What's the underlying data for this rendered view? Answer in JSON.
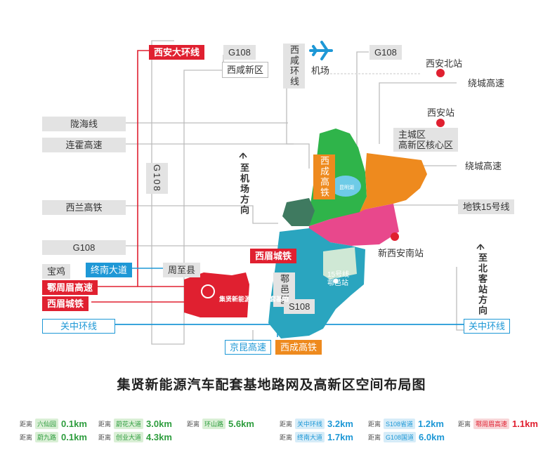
{
  "title": "集贤新能源汽车配套基地路网及高新区空间布局图",
  "map": {
    "top_labels": {
      "xian_ring": "西安大环线",
      "g108_left": "G108",
      "xixian": "西咸新区",
      "xixian_ring": "西咸环线",
      "airport": "机场",
      "g108_right": "G108",
      "xian_north": "西安北站",
      "ring_expwy_top": "绕城高速",
      "xian_station": "西安站",
      "main_city": "主城区\n高新区核心区",
      "ring_expwy_mid": "绕城高速",
      "metro15": "地铁15号线",
      "new_xian_south": "新西安南站"
    },
    "left_labels": {
      "longhai": "陇海线",
      "lianhuo": "连霍高速",
      "xilan": "西兰高铁",
      "g108_west": "G108",
      "baoji": "宝鸡",
      "huzhoumei": "鄠周眉高速",
      "ximei": "西眉城铁",
      "guanzhong_left": "关中环线",
      "g108_vertical": "G108",
      "to_airport": "至机场方向",
      "zhongnan": "终南大道",
      "zhouzhi": "周至县",
      "ximei_center": "西眉城铁",
      "hu_yi": "鄠邑区",
      "s108": "S108",
      "jingkun": "京昆高速",
      "xicheng_bottom": "西成高铁"
    },
    "right_labels": {
      "to_north_station": "至北客站方向",
      "guanzhong_right": "关中环线"
    },
    "zone_labels": {
      "xicheng_rail": "西成高铁",
      "base_name": "集贤新能源汽车配套基地",
      "line15_station": "15号线\n鄠邑站",
      "xi_lake": "昆明湖"
    },
    "colors": {
      "green": "#2fb44a",
      "orange": "#ee8a1e",
      "pink": "#e8488c",
      "teal": "#2aa5bf",
      "darkgreen": "#3f7a60",
      "red": "#e02030",
      "blue": "#1e98d6"
    }
  },
  "legend_prefix": "距离",
  "legend": [
    {
      "tag": "六仙园",
      "value": "0.1km",
      "style": "g"
    },
    {
      "tag": "蔚花大道",
      "value": "3.0km",
      "style": "g"
    },
    {
      "tag": "环山路",
      "value": "5.6km",
      "style": "g"
    },
    {
      "tag": "关中环线",
      "value": "3.2km",
      "style": "b"
    },
    {
      "tag": "S108省道",
      "value": "1.2km",
      "style": "b"
    },
    {
      "tag": "鄠周眉高速",
      "value": "1.1km",
      "style": "r"
    },
    {
      "tag": "蔚九路",
      "value": "0.1km",
      "style": "g"
    },
    {
      "tag": "创业大道",
      "value": "4.3km",
      "style": "g"
    },
    {
      "tag": "终南大道",
      "value": "1.7km",
      "style": "b"
    },
    {
      "tag": "G108国道",
      "value": "6.0km",
      "style": "b"
    }
  ]
}
